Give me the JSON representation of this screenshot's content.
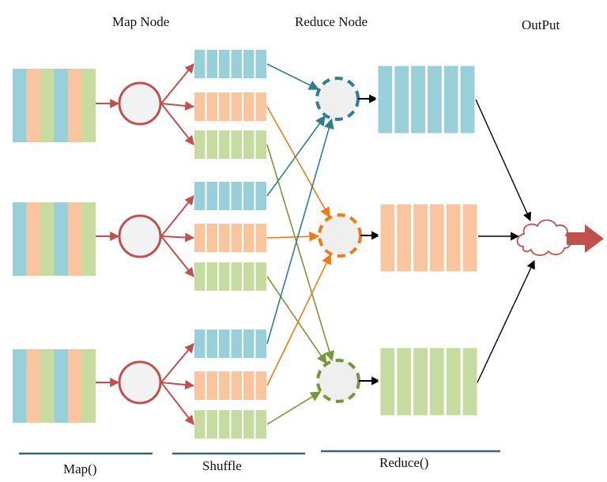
{
  "headers": {
    "map_node": "Map Node",
    "reduce_node": "Reduce Node",
    "output": "OutPut"
  },
  "footers": {
    "map": "Map()",
    "shuffle": "Shuffle",
    "reduce": "Reduce()"
  },
  "colors": {
    "blue": "#98cfd9",
    "orange": "#f8c59e",
    "green": "#c6dba0",
    "blue_line": "#2f7d92",
    "orange_line": "#ee7b16",
    "green_line": "#76973a",
    "map_arrow": "#c0504d",
    "underline": "#3a6577",
    "output_arrow": "#c0504d"
  },
  "map_node_count": 3,
  "partitions_per_map": [
    "blue",
    "orange",
    "green"
  ],
  "reducers": [
    "blue",
    "orange",
    "green"
  ],
  "output_icon": "cloud-icon"
}
